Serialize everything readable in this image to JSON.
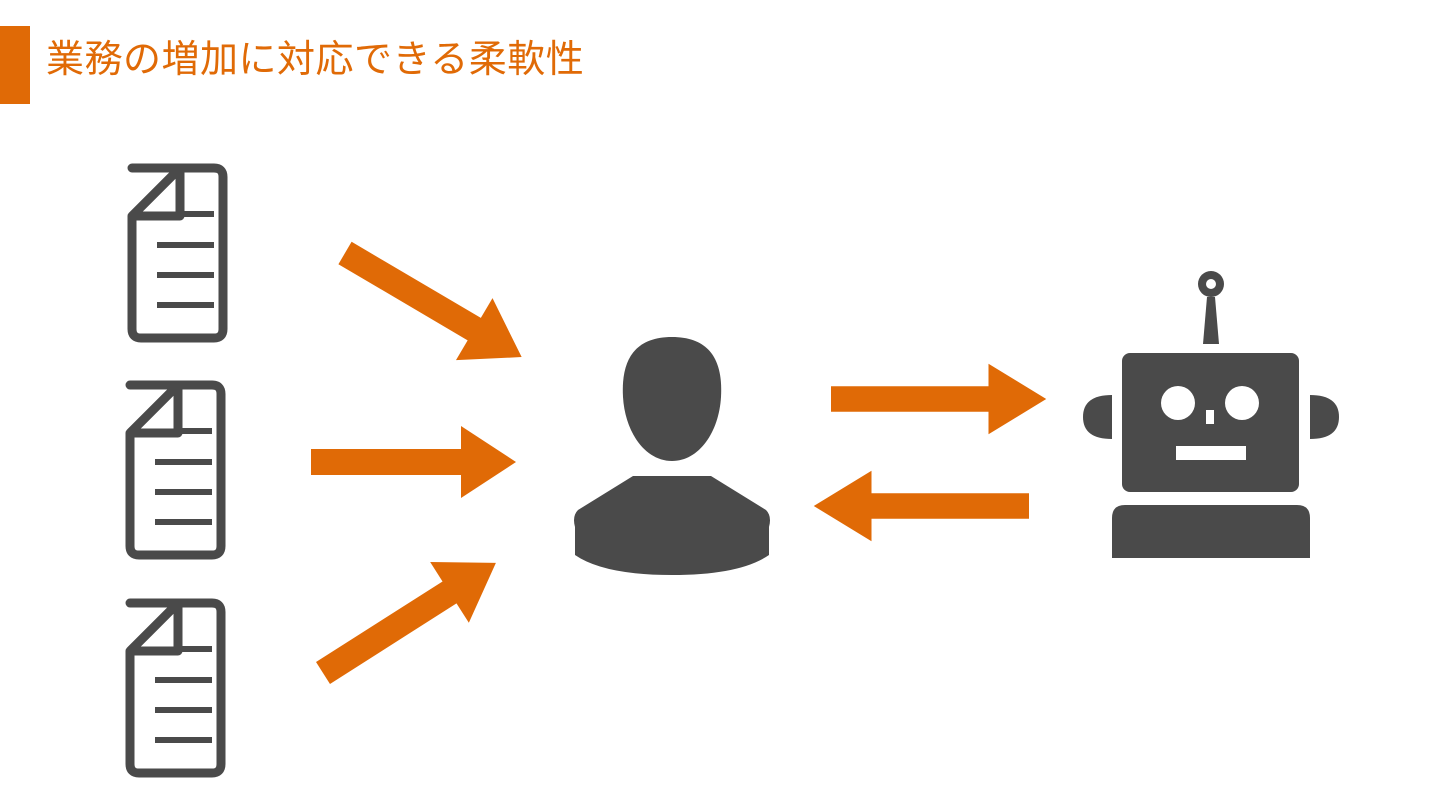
{
  "slide": {
    "title": "業務の増加に対応できる柔軟性"
  },
  "colors": {
    "accent": "#E06A06",
    "icon": "#4A4A4A",
    "background": "#FFFFFF"
  },
  "diagram": {
    "nodes": [
      {
        "id": "doc-1",
        "icon": "document-icon"
      },
      {
        "id": "doc-2",
        "icon": "document-icon"
      },
      {
        "id": "doc-3",
        "icon": "document-icon"
      },
      {
        "id": "person",
        "icon": "person-icon"
      },
      {
        "id": "robot",
        "icon": "robot-icon"
      }
    ],
    "edges": [
      {
        "from": "doc-1",
        "to": "person"
      },
      {
        "from": "doc-2",
        "to": "person"
      },
      {
        "from": "doc-3",
        "to": "person"
      },
      {
        "from": "person",
        "to": "robot"
      },
      {
        "from": "robot",
        "to": "person"
      }
    ]
  }
}
